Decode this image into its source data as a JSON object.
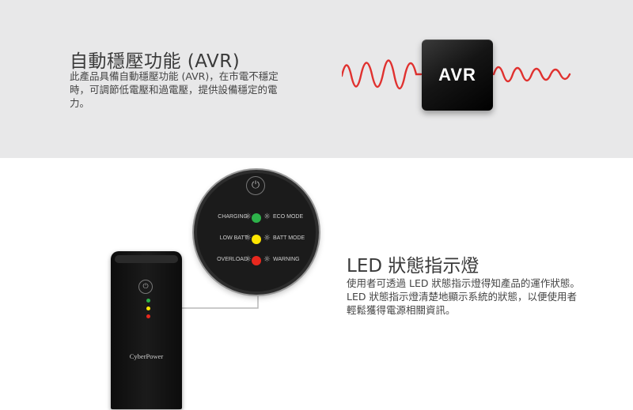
{
  "avr": {
    "title": "自動穩壓功能 (AVR)",
    "description": "此產品具備自動穩壓功能 (AVR)，在市電不穩定時，可調節低電壓和過電壓，提供設備穩定的電力。",
    "badge": "AVR"
  },
  "led": {
    "title": "LED 狀態指示燈",
    "description": "使用者可透過 LED 狀態指示燈得知產品的運作狀態。LED 狀態指示燈清楚地顯示系統的狀態，以便使用者輕鬆獲得電源相關資訊。"
  },
  "ups": {
    "brand": "CyberPower"
  },
  "indicators": [
    {
      "left": "CHARGING",
      "right": "ECO MODE",
      "color": "#2db34a"
    },
    {
      "left": "LOW BATT",
      "right": "BATT MODE",
      "color": "#ffe600"
    },
    {
      "left": "OVERLOAD",
      "right": "WARNING",
      "color": "#e8281e"
    }
  ],
  "colors": {
    "wave": "#e0312f",
    "top_background": "#e8e8e9"
  }
}
